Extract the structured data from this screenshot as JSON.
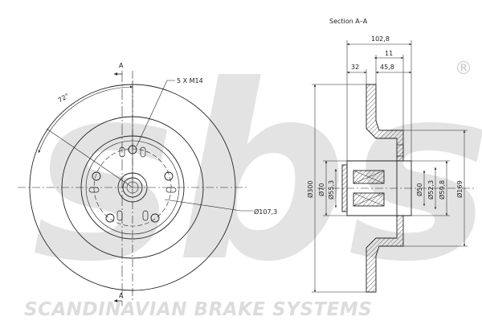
{
  "drawing": {
    "section_title": "Section A–A",
    "cut_mark_top": "A",
    "cut_mark_bottom": "A",
    "angle_label": "72°",
    "bolt_label": "5 X M14",
    "bolt_circle_label": "Ø107,3"
  },
  "section_dims": {
    "overall_height": "102,8",
    "offset_32": "32",
    "offset_11": "11",
    "offset_45_8": "45,8",
    "d300": "Ø300",
    "d70": "Ø70",
    "d55_3": "Ø55,3",
    "d50": "Ø50",
    "d52_3": "Ø52,3",
    "d59_8": "Ø59,8",
    "d169": "Ø169"
  },
  "watermark": {
    "logo": "sbs",
    "registered": "®",
    "brand_text": "SCANDINAVIAN BRAKE SYSTEMS"
  },
  "colors": {
    "line": "#222222",
    "hatch": "#222222",
    "watermark": "#dcdcdc"
  }
}
